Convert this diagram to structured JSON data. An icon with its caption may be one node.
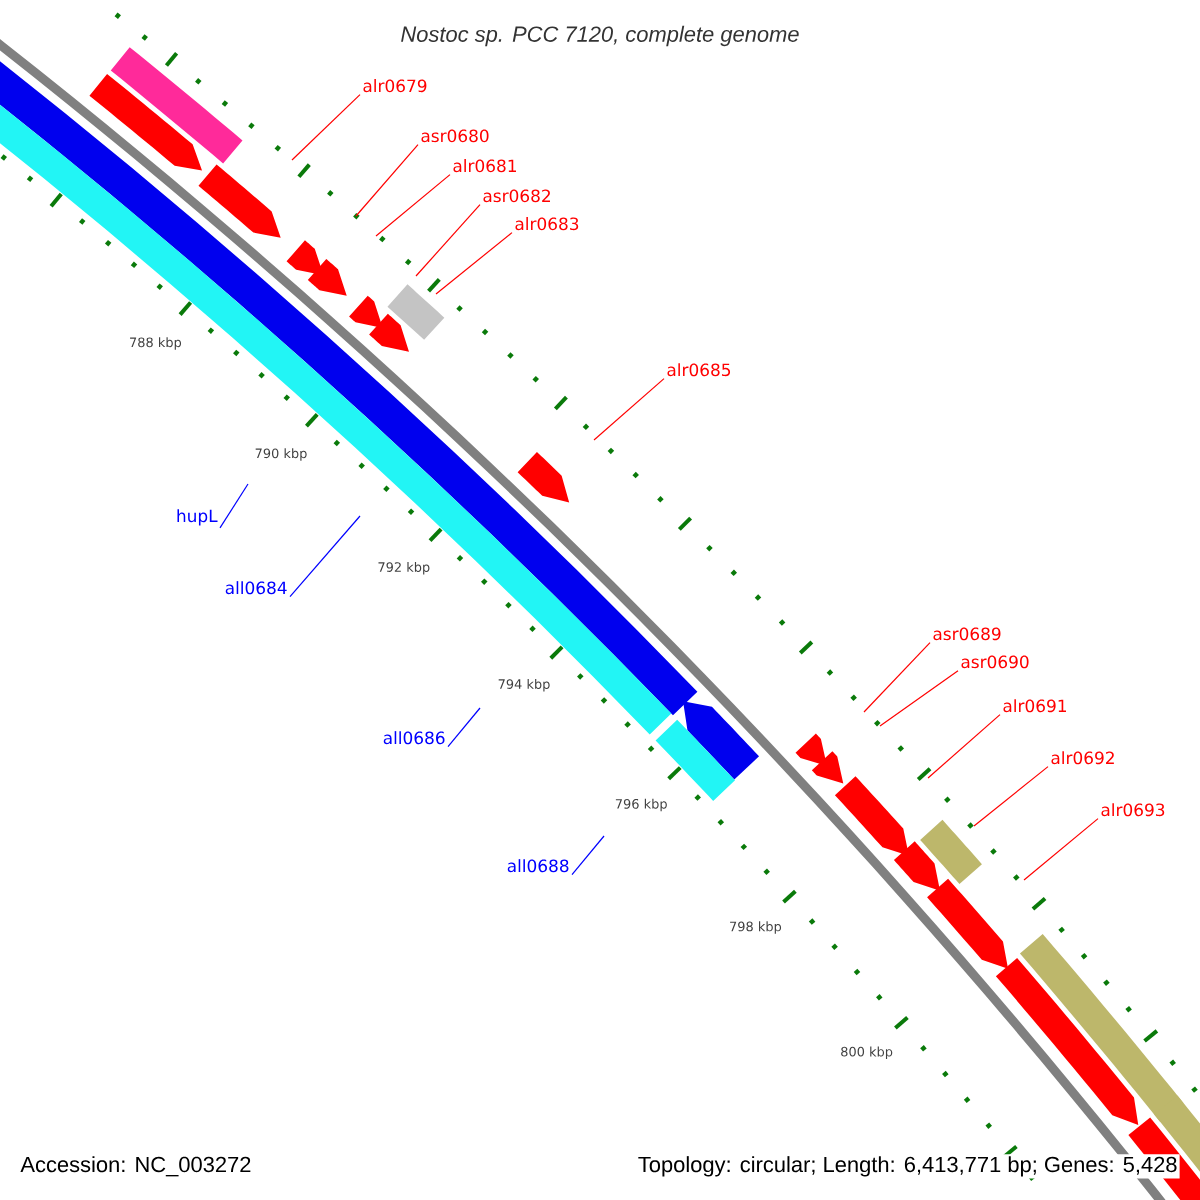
{
  "diagram": {
    "title": "Nostoc sp. PCC 7120, complete genome",
    "nodes": [
      {
        "text": [
          "alr0679"
        ]
      },
      {
        "text": [
          "asr0680"
        ]
      },
      {
        "text": [
          "alr0681"
        ]
      },
      {
        "text": [
          "asr0682"
        ]
      },
      {
        "text": [
          "alr0683"
        ]
      },
      {
        "text": [
          "alr0685"
        ]
      },
      {
        "text": [
          "asr0689"
        ]
      },
      {
        "text": [
          "asr0690"
        ]
      },
      {
        "text": [
          "alr0691"
        ]
      },
      {
        "text": [
          "alr0692"
        ]
      },
      {
        "text": [
          "alr0693"
        ]
      },
      {
        "text": [
          "hupL"
        ]
      },
      {
        "text": [
          "all0684"
        ]
      },
      {
        "text": [
          "all0686"
        ]
      },
      {
        "text": [
          "all0688"
        ]
      }
    ],
    "edges": [
      {
        "from": 0,
        "to": null,
        "arrow": "none"
      },
      {
        "from": 1,
        "to": null,
        "arrow": "none"
      },
      {
        "from": 2,
        "to": null,
        "arrow": "none"
      },
      {
        "from": 3,
        "to": null,
        "arrow": "none"
      },
      {
        "from": 4,
        "to": null,
        "arrow": "none"
      },
      {
        "from": 5,
        "to": null,
        "arrow": "none"
      },
      {
        "from": 6,
        "to": null,
        "arrow": "none"
      },
      {
        "from": 7,
        "to": null,
        "arrow": "none"
      },
      {
        "from": 8,
        "to": null,
        "arrow": "none"
      },
      {
        "from": 9,
        "to": null,
        "arrow": "none"
      },
      {
        "from": 10,
        "to": null,
        "arrow": "none"
      },
      {
        "from": 11,
        "to": null,
        "arrow": "none",
        "color": "#0000ff"
      },
      {
        "from": 12,
        "to": null,
        "arrow": "none",
        "color": "#0000ff"
      },
      {
        "from": 13,
        "to": null,
        "arrow": "none",
        "color": "#0000ff"
      },
      {
        "from": 14,
        "to": null,
        "arrow": "none",
        "color": "#0000ff"
      }
    ],
    "labels": [
      "788 kbp",
      "790 kbp",
      "792 kbp",
      "794 kbp",
      "796 kbp",
      "798 kbp",
      "800 kbp",
      "Accession: NC_003272",
      "Topology: circular; Length: 6,413,771 bp; Genes: 5,428"
    ]
  }
}
